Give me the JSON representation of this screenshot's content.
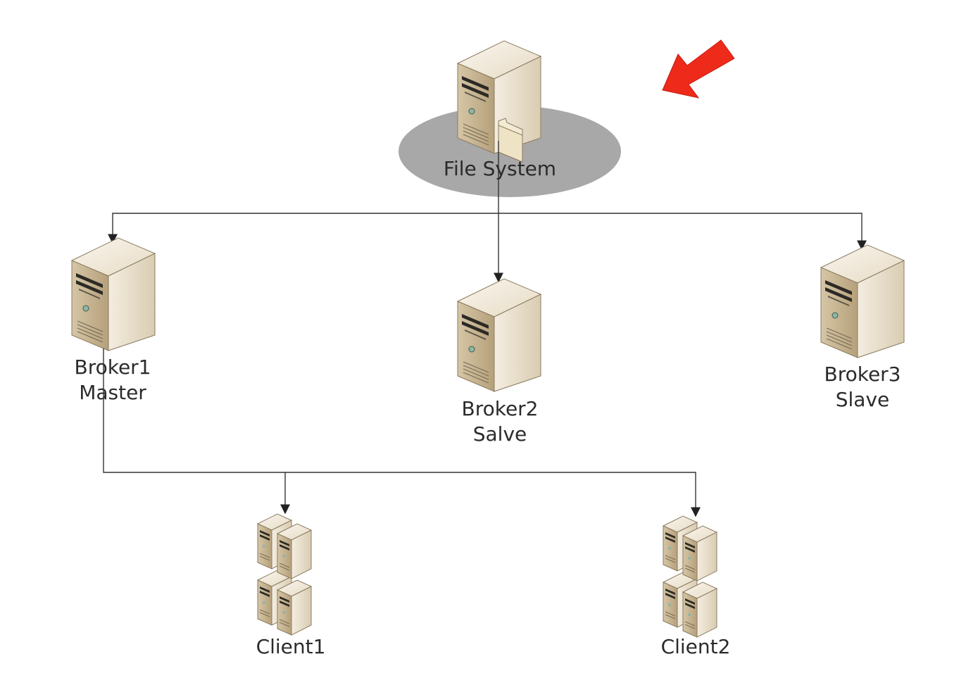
{
  "nodes": {
    "file_system": {
      "label": "File System"
    },
    "broker1": {
      "name": "Broker1",
      "role": "Master"
    },
    "broker2": {
      "name": "Broker2",
      "role": "Salve"
    },
    "broker3": {
      "name": "Broker3",
      "role": "Slave"
    },
    "client1": {
      "label": "Client1"
    },
    "client2": {
      "label": "Client2"
    }
  },
  "edges": [
    {
      "from": "file_system",
      "to": "broker1"
    },
    {
      "from": "file_system",
      "to": "broker2"
    },
    {
      "from": "file_system",
      "to": "broker3"
    },
    {
      "from": "broker1",
      "to": "client1"
    },
    {
      "from": "broker1",
      "to": "client2"
    }
  ],
  "colors": {
    "highlight_arrow": "#ee2a1b",
    "ellipse": "#a8a8a8",
    "server_front": "#e9dfcc",
    "server_side": "#c9b795",
    "line": "#333333"
  },
  "icons": {
    "server": "server-icon",
    "cluster": "server-cluster-icon",
    "folder": "folder-icon"
  }
}
